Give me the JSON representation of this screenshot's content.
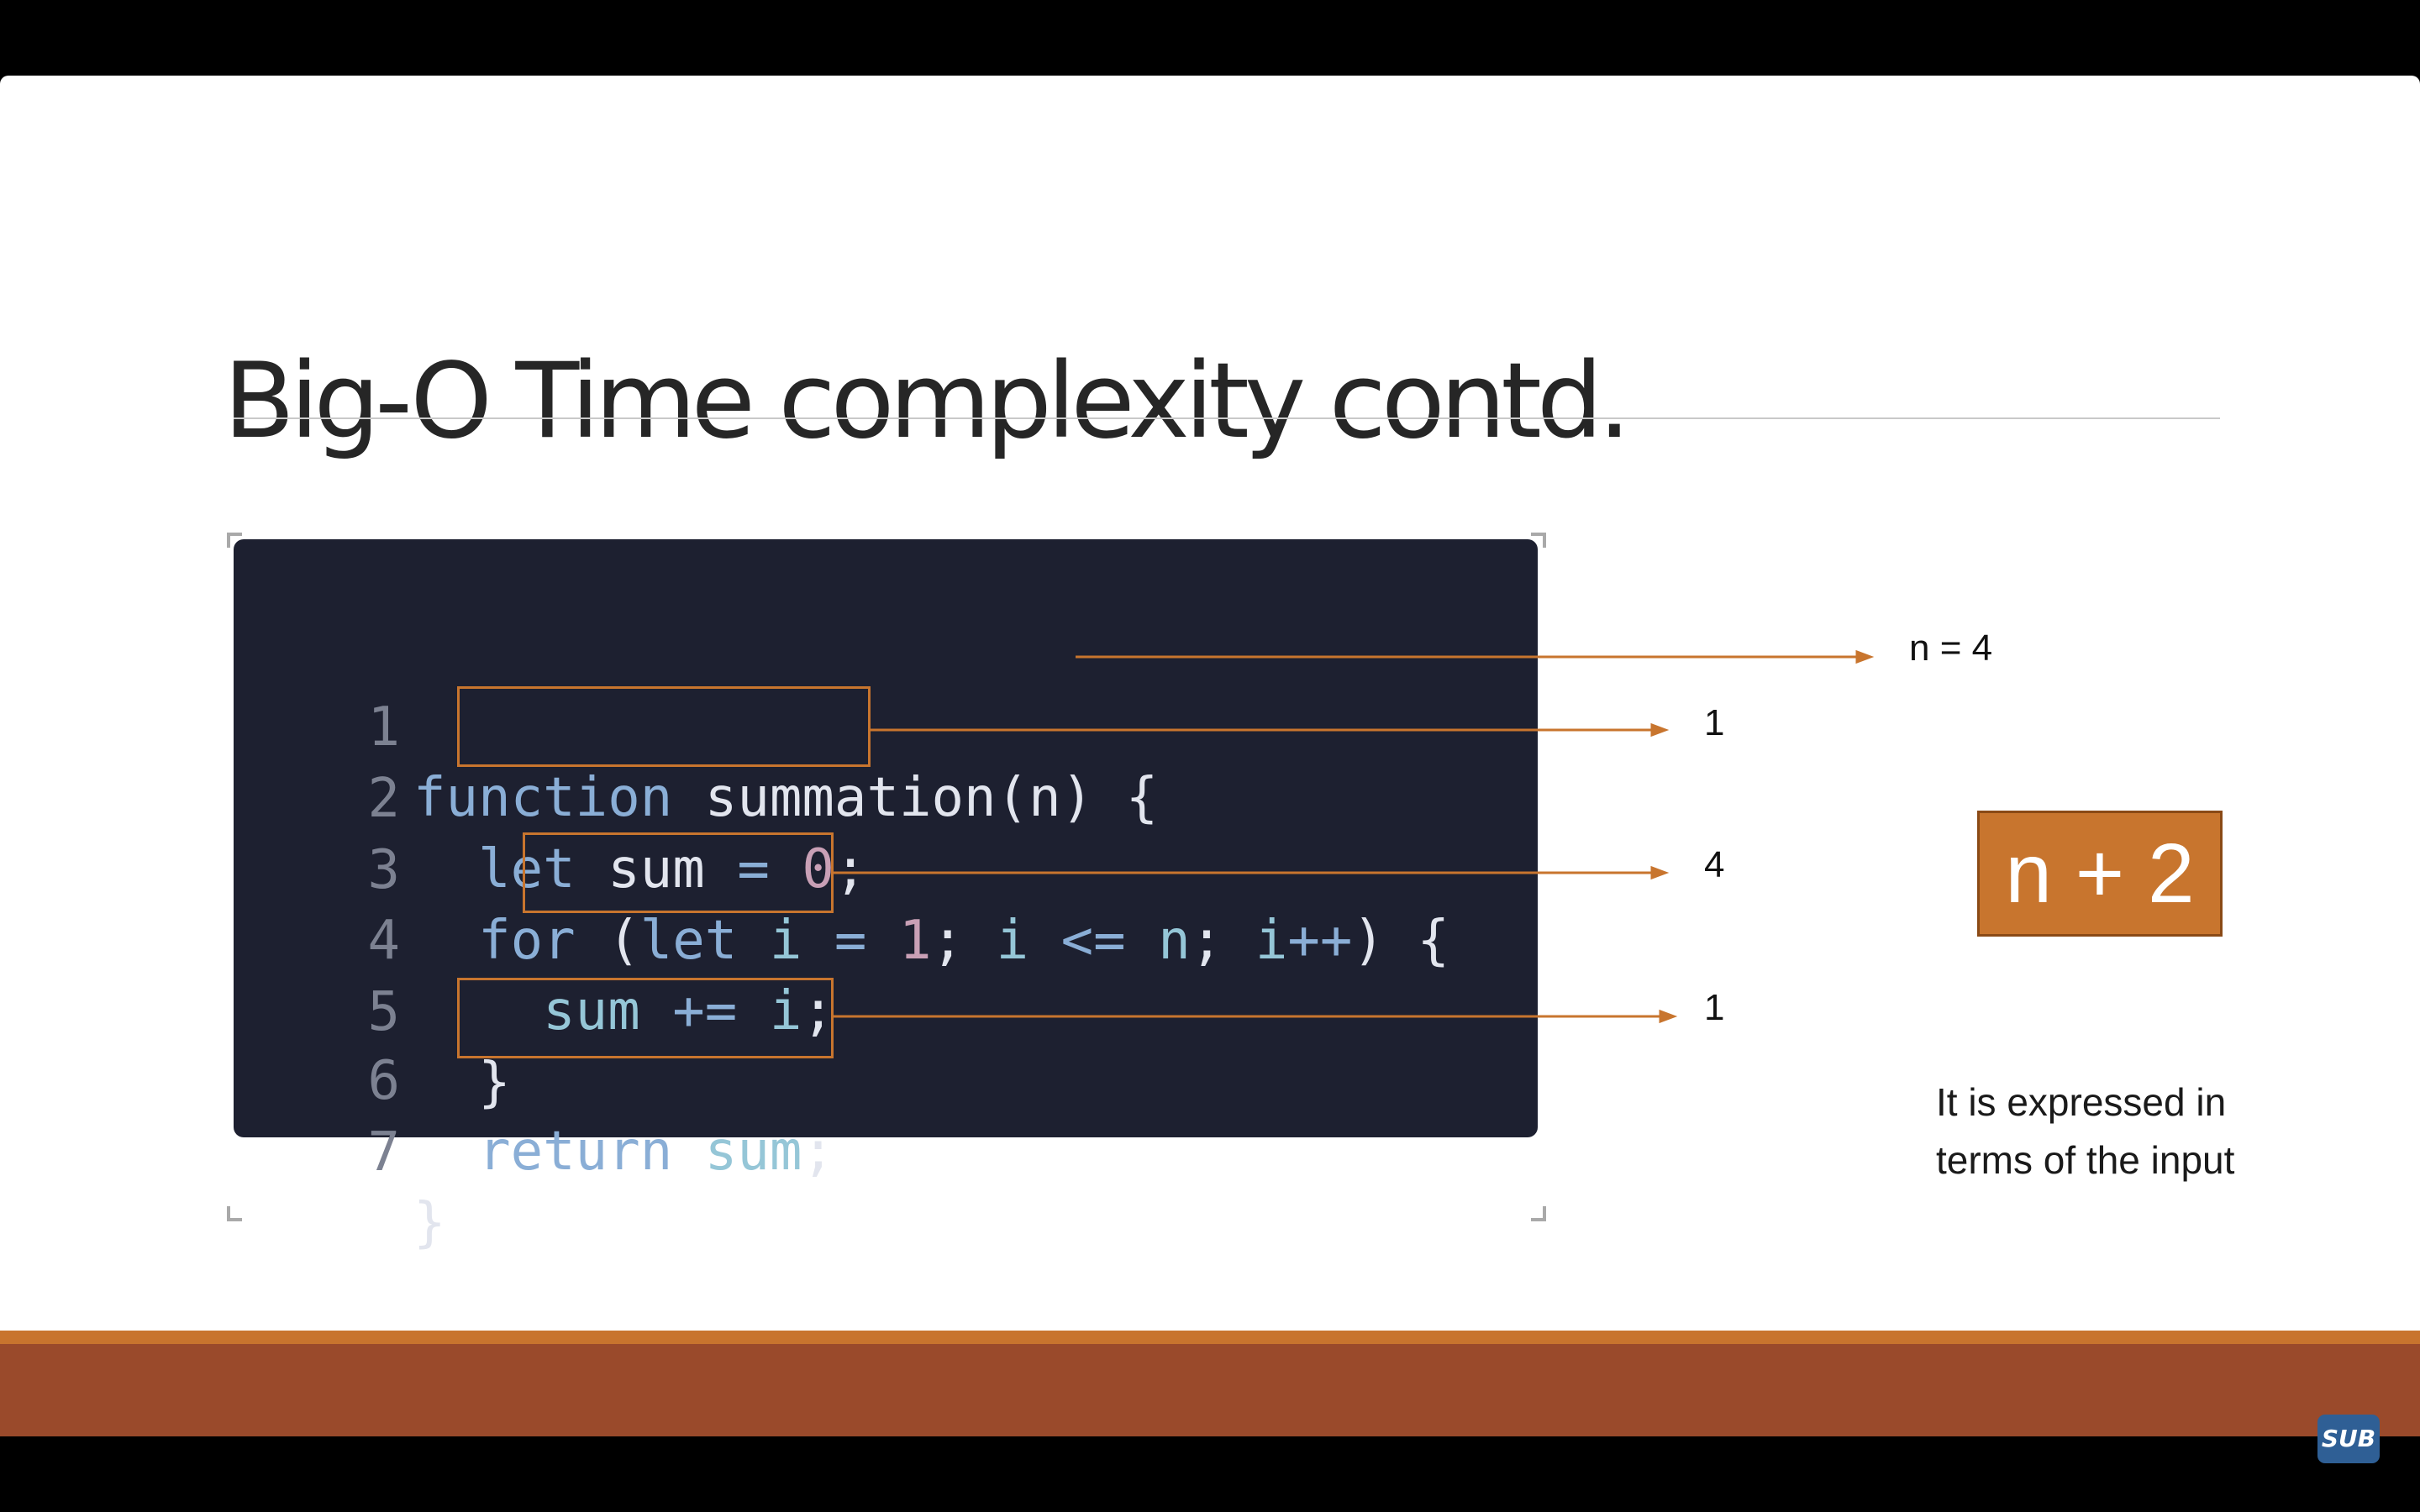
{
  "slide": {
    "title": "Big-O Time complexity contd."
  },
  "code": {
    "line_numbers": [
      "1",
      "2",
      "3",
      "4",
      "5",
      "6",
      "7"
    ],
    "line1": {
      "kw_function": "function",
      "fn_name": "summation(n)",
      "brace": "{"
    },
    "line2": {
      "kw_let": "let",
      "var_sum": "sum",
      "op_eq": "=",
      "num_zero": "0",
      "semi": ";"
    },
    "line3": {
      "kw_for": "for",
      "paren_open": "(",
      "kw_let": "let",
      "var_i": "i",
      "op_eq": "=",
      "num_one": "1",
      "semi1": ";",
      "var_i2": "i",
      "op_le": "<=",
      "var_n": "n",
      "semi2": ";",
      "var_i3": "i",
      "op_inc": "++",
      "paren_close": ")",
      "brace": "{"
    },
    "line4": {
      "var_sum": "sum",
      "op_plus_eq": "+=",
      "var_i": "i",
      "semi": ";"
    },
    "line5": {
      "brace": "}"
    },
    "line6": {
      "kw_return": "return",
      "var_sum": "sum",
      "semi": ";"
    },
    "line7": {
      "brace": "}"
    }
  },
  "annotations": {
    "input_label": "n = 4",
    "count_line2": "1",
    "count_line4": "4",
    "count_line6": "1"
  },
  "result": {
    "expression": "n + 2",
    "note": "It is expressed in terms of the input"
  },
  "badge": {
    "label": "SUB"
  },
  "colors": {
    "accent_orange": "#c8752e",
    "footer_rust": "#9a4a2b",
    "code_bg": "#1d2030"
  }
}
